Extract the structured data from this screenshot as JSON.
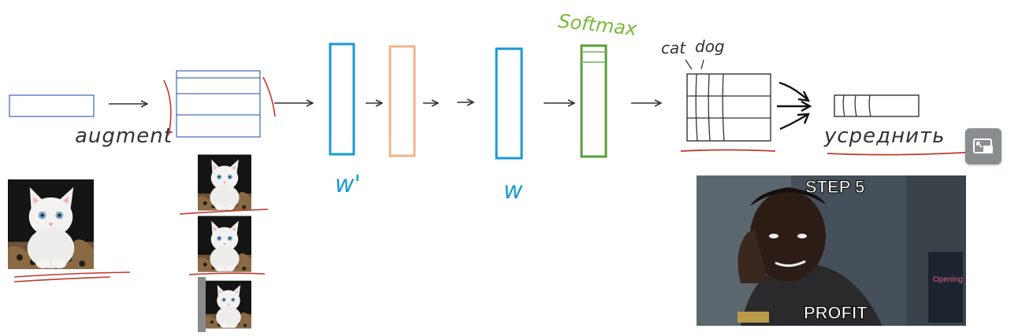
{
  "labels": {
    "augment": "augment",
    "w_prime": "w'",
    "w": "w",
    "softmax": "Softmax",
    "cat": "cat",
    "dog": "dog",
    "average": "усреднить"
  },
  "meme": {
    "top_text": "STEP 5",
    "bottom_text": "PROFIT",
    "sign_text": "Opening"
  },
  "colors": {
    "input_box": "#4a72b8",
    "conv_layer": "#1a9ad6",
    "orange_layer": "#f2b48a",
    "softmax_layer": "#5a9e3a",
    "softmax_text": "#7ab83a",
    "underline_red": "#c0392b",
    "ink": "#333333",
    "pip_bg": "#8a8d90"
  },
  "icons": {
    "pip": "picture-in-picture-icon"
  }
}
